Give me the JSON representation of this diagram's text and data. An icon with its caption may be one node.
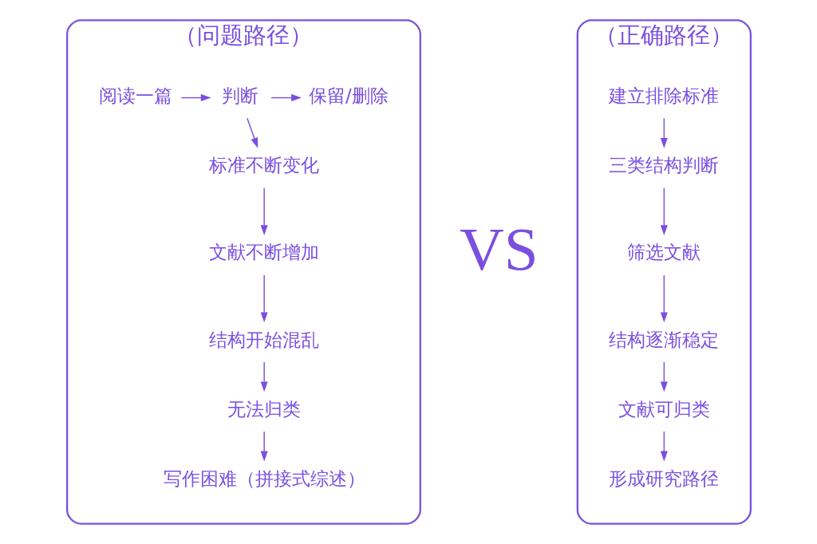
{
  "diagram": {
    "nodes": [
      {
        "text": [
          "（问题路径）"
        ]
      },
      {
        "text": [
          "阅读一篇"
        ],
        "in": 0
      },
      {
        "text": [
          "判断"
        ],
        "in": 0
      },
      {
        "text": [
          "保留/删除"
        ],
        "in": 0
      },
      {
        "text": [
          "标准不断变化"
        ],
        "in": 0
      },
      {
        "text": [
          "文献不断增加"
        ],
        "in": 0
      },
      {
        "text": [
          "结构开始混乱"
        ],
        "in": 0
      },
      {
        "text": [
          "无法归类"
        ],
        "in": 0
      },
      {
        "text": [
          "写作困难（拼接式综述）"
        ],
        "in": 0
      },
      {
        "text": [
          "（正确路径）"
        ]
      },
      {
        "text": [
          "建立排除标准"
        ],
        "in": 9
      },
      {
        "text": [
          "三类结构判断"
        ],
        "in": 9
      },
      {
        "text": [
          "筛选文献"
        ],
        "in": 9
      },
      {
        "text": [
          "结构逐渐稳定"
        ],
        "in": 9
      },
      {
        "text": [
          "文献可归类"
        ],
        "in": 9
      },
      {
        "text": [
          "形成研究路径"
        ],
        "in": 9
      }
    ],
    "edges": [
      {
        "from": 1,
        "to": 2,
        "arrow": "to"
      },
      {
        "from": 2,
        "to": 3,
        "arrow": "to"
      },
      {
        "from": 2,
        "to": 4,
        "arrow": "to"
      },
      {
        "from": 4,
        "to": 5,
        "arrow": "to"
      },
      {
        "from": 5,
        "to": 6,
        "arrow": "to"
      },
      {
        "from": 6,
        "to": 7,
        "arrow": "to"
      },
      {
        "from": 7,
        "to": 8,
        "arrow": "to"
      },
      {
        "from": 10,
        "to": 11,
        "arrow": "to"
      },
      {
        "from": 11,
        "to": 12,
        "arrow": "to"
      },
      {
        "from": 12,
        "to": 13,
        "arrow": "to"
      },
      {
        "from": 13,
        "to": 14,
        "arrow": "to"
      },
      {
        "from": 14,
        "to": 15,
        "arrow": "to"
      }
    ],
    "labels": [
      "VS"
    ]
  }
}
